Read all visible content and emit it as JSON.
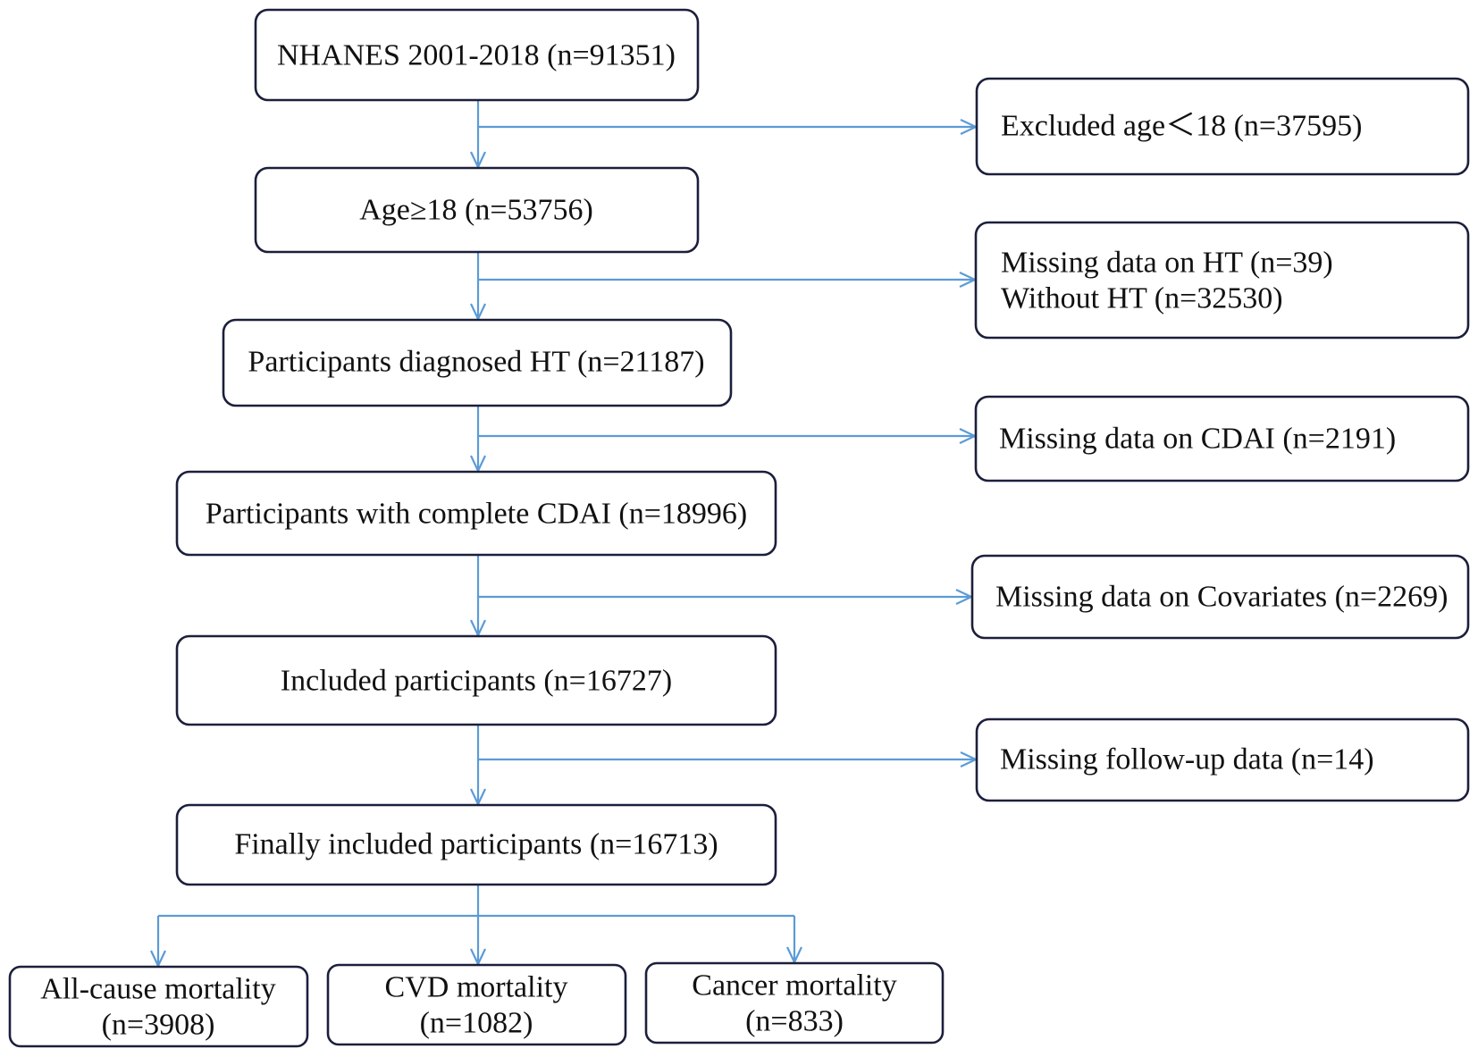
{
  "flow": {
    "main": [
      "NHANES 2001-2018 (n=91351)",
      "Age≥18 (n=53756)",
      "Participants diagnosed HT (n=21187)",
      "Participants with complete CDAI (n=18996)",
      "Included participants (n=16727)",
      "Finally included participants (n=16713)"
    ],
    "exclusions": [
      [
        "Excluded age＜18 (n=37595)"
      ],
      [
        "Missing data on HT (n=39)",
        "Without HT (n=32530)"
      ],
      [
        "Missing data on CDAI (n=2191)"
      ],
      [
        "Missing data on Covariates (n=2269)"
      ],
      [
        "Missing follow-up data (n=14)"
      ]
    ],
    "outcomes": [
      [
        "All-cause mortality",
        "(n=3908)"
      ],
      [
        "CVD mortality",
        "(n=1082)"
      ],
      [
        "Cancer mortality",
        "(n=833)"
      ]
    ]
  },
  "colors": {
    "arrow": "#5b9bd5",
    "border": "#1b1f3b",
    "text": "#111111",
    "background": "#ffffff"
  }
}
